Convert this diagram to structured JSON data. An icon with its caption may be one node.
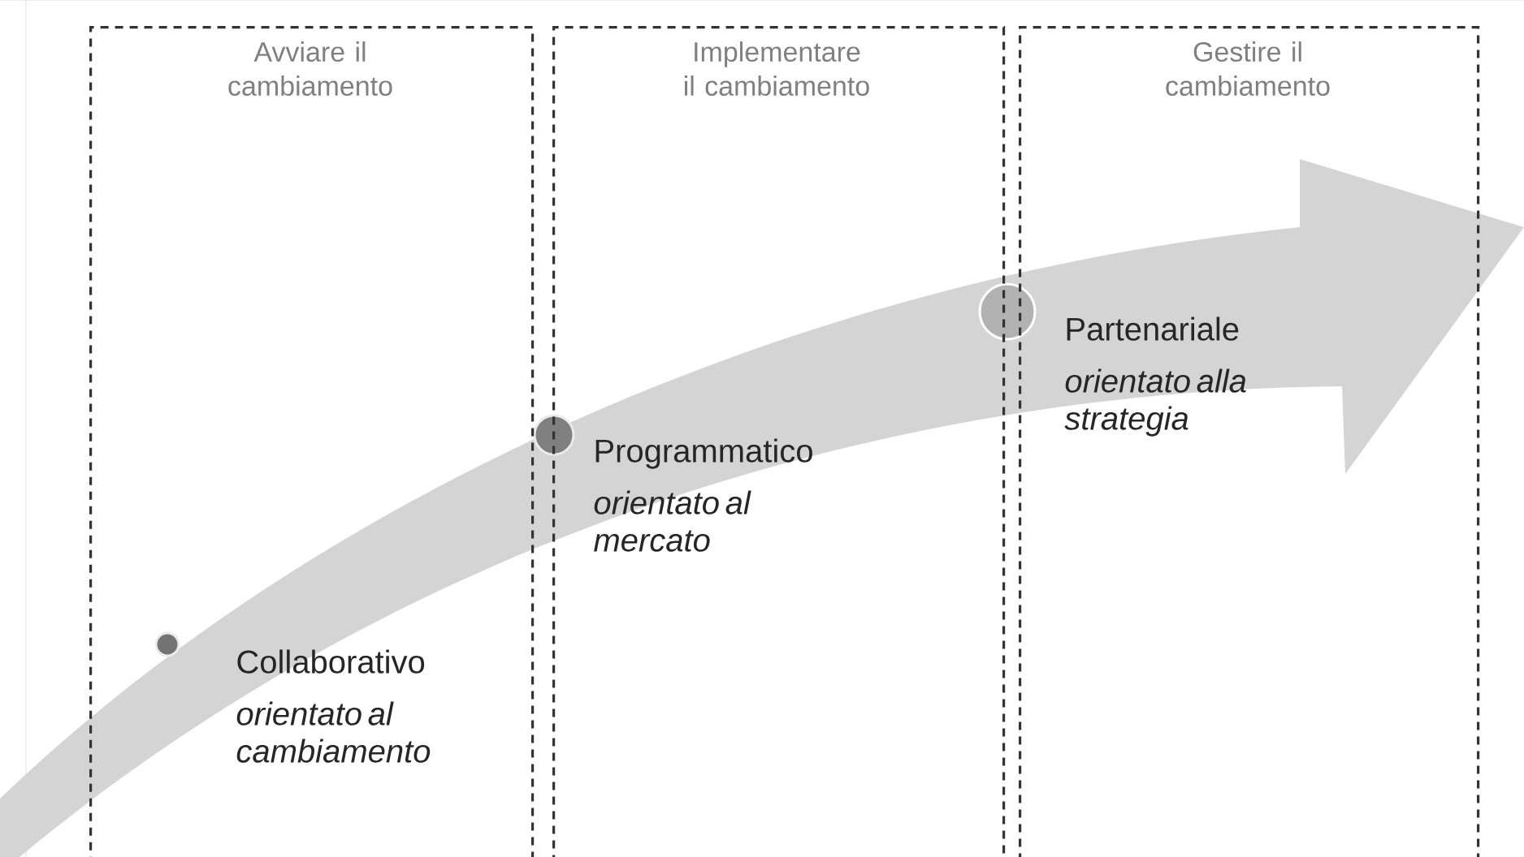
{
  "diagram": {
    "nodes": [
      {
        "text": [
          "Avviare il cambiamento"
        ]
      },
      {
        "text": [
          "Implementare il cambiamento"
        ]
      },
      {
        "text": [
          "Gestire il cambiamento"
        ]
      },
      {
        "text": [
          "Collaborativo",
          "orientato al cambiamento"
        ],
        "in": 0
      },
      {
        "text": [
          "Programmatico",
          "orientato al mercato"
        ],
        "in": 1
      },
      {
        "text": [
          "Partenariale",
          "orientato alla strategia"
        ],
        "in": 2
      }
    ]
  }
}
